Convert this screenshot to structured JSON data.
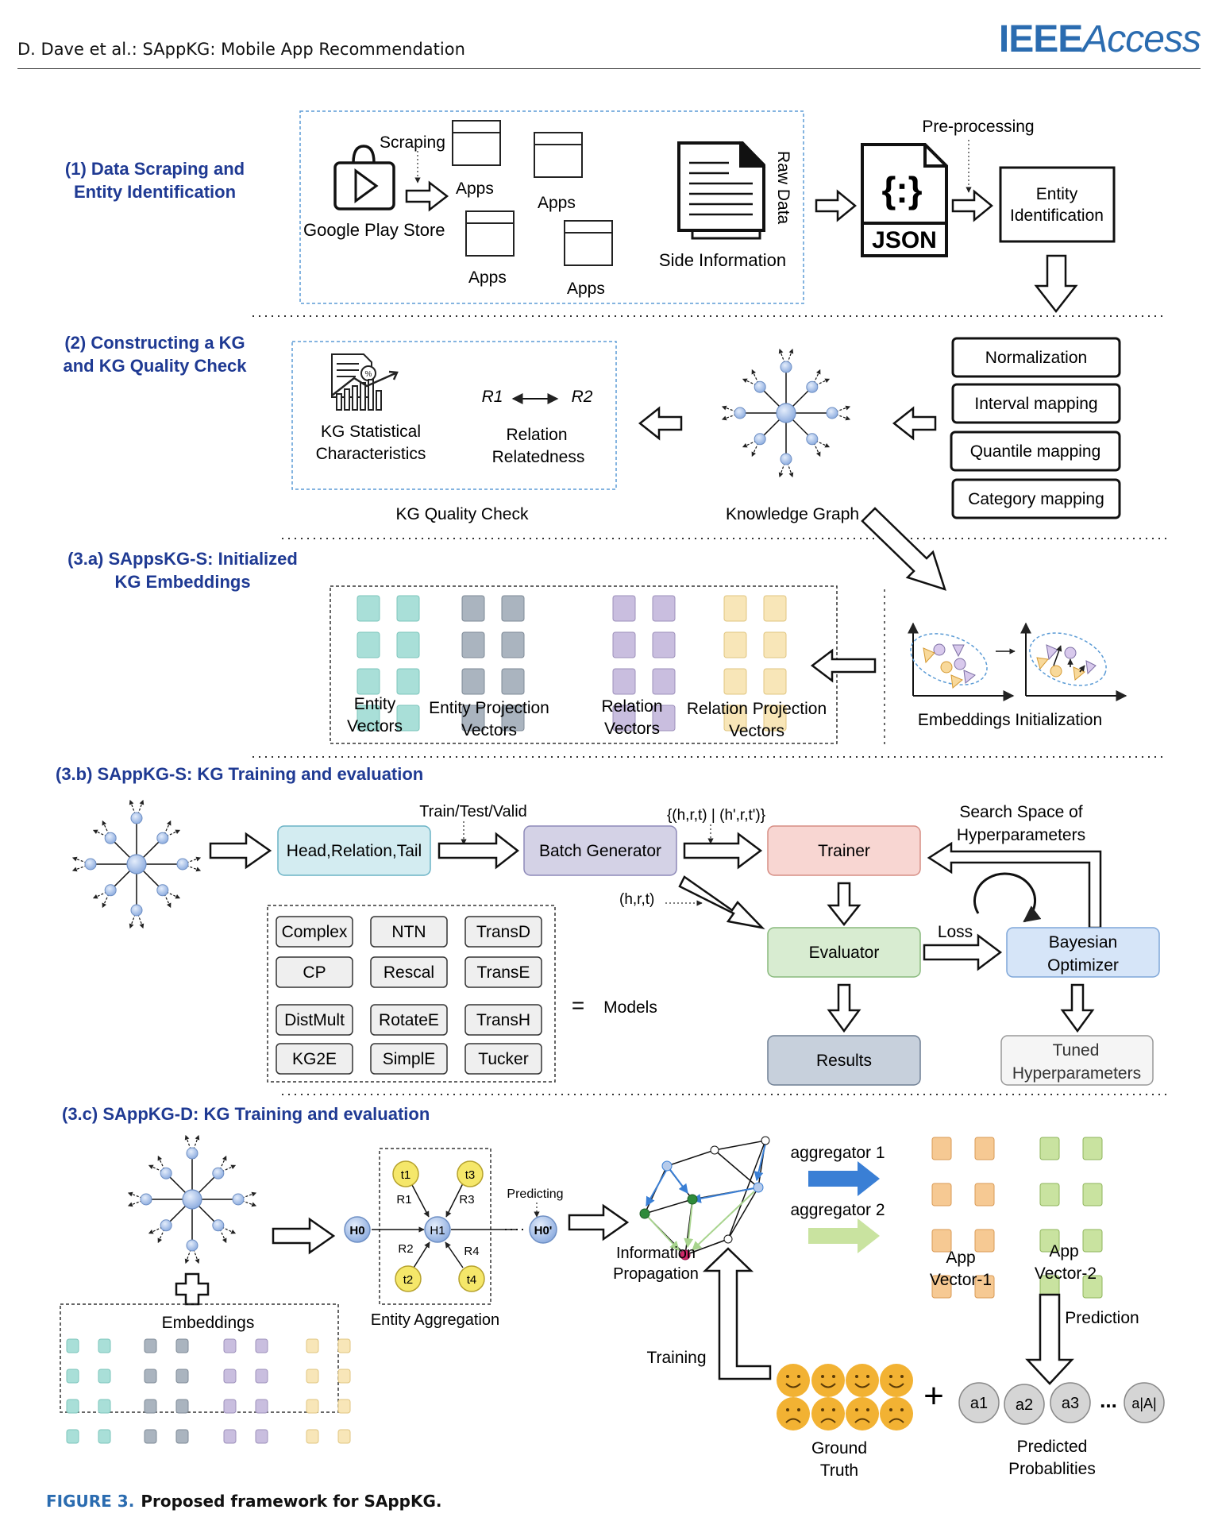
{
  "header": {
    "running_title": "D. Dave et al.: SAppKG: Mobile App Recommendation",
    "journal_bold": "IEEE",
    "journal_italic": "Access"
  },
  "caption": {
    "figure_label": "FIGURE 3.",
    "text": "Proposed framework for SAppKG."
  },
  "section1": {
    "title_line1": "(1) Data Scraping and",
    "title_line2": "Entity Identification",
    "scraping": "Scraping",
    "store": "Google Play Store",
    "apps": [
      "Apps",
      "Apps",
      "Apps",
      "Apps"
    ],
    "side_information": "Side Information",
    "raw_data": "Raw Data",
    "json": "JSON",
    "json_symbol": "{:}",
    "preprocessing": "Pre-processing",
    "entity_id_line1": "Entity",
    "entity_id_line2": "Identification"
  },
  "section2": {
    "title_line1": "(2) Constructing a KG",
    "title_line2": "and KG Quality Check",
    "stat_line1": "KG Statistical",
    "stat_line2": "Characteristics",
    "r1": "R1",
    "r2": "R2",
    "relation_line1": "Relation",
    "relation_line2": "Relatedness",
    "quality_check": "KG Quality Check",
    "knowledge_graph": "Knowledge Graph",
    "mappings": [
      "Normalization",
      "Interval mapping",
      "Quantile mapping",
      "Category mapping"
    ]
  },
  "section3a": {
    "title_line1": "(3.a) SAppsKG-S: Initialized",
    "title_line2": "KG Embeddings",
    "entity_line1": "Entity",
    "entity_line2": "Vectors",
    "eproj_line1": "Entity Projection",
    "eproj_line2": "Vectors",
    "rel_line1": "Relation",
    "rel_line2": "Vectors",
    "rproj_line1": "Relation Projection",
    "rproj_line2": "Vectors",
    "embeddings_init": "Embeddings Initialization"
  },
  "section3b": {
    "title": "(3.b)  SAppKG-S: KG Training and evaluation",
    "hrt": "Head,Relation,Tail",
    "split": "Train/Test/Valid",
    "batch": "Batch Generator",
    "triples": "{(h,r,t) | (h',r,t')}",
    "hrt_small": "(h,r,t)",
    "trainer": "Trainer",
    "search_line1": "Search Space of",
    "search_line2": "Hyperparameters",
    "evaluator": "Evaluator",
    "loss": "Loss",
    "bayes_line1": "Bayesian",
    "bayes_line2": "Optimizer",
    "results": "Results",
    "tuned_line1": "Tuned",
    "tuned_line2": "Hyperparameters",
    "equals": "=",
    "models_label": "Models",
    "models": [
      "Complex",
      "NTN",
      "TransD",
      "CP",
      "Rescal",
      "TransE",
      "DistMult",
      "RotateE",
      "TransH",
      "KG2E",
      "SimplE",
      "Tucker"
    ]
  },
  "section3c": {
    "title": "(3.c)  SAppKG-D: KG Training and evaluation",
    "embeddings": "Embeddings",
    "entity_aggregation": "Entity Aggregation",
    "h0": "H0",
    "h1": "H1",
    "h0p": "H0'",
    "tails": [
      "t1",
      "t3",
      "t2",
      "t4"
    ],
    "relations": [
      "R1",
      "R3",
      "R2",
      "R4"
    ],
    "predicting": "Predicting",
    "info_line1": "Information",
    "info_line2": "Propagation",
    "agg1": "aggregator 1",
    "agg2": "aggregator 2",
    "app1_line1": "App",
    "app1_line2": "Vector-1",
    "app2_line1": "App",
    "app2_line2": "Vector-2",
    "prediction": "Prediction",
    "training": "Training",
    "gt_line1": "Ground",
    "gt_line2": "Truth",
    "plus": "+",
    "probs": [
      "a1",
      "a2",
      "a3",
      "a|A|"
    ],
    "ellipsis": "...",
    "pp_line1": "Predicted",
    "pp_line2": "Probablities"
  },
  "colors": {
    "section_title": "#1f3a93",
    "teal": "#a9dfd8",
    "slate": "#aab4bf",
    "lavender": "#c9bedf",
    "cream": "#f8e6b8",
    "orange": "#f6c993",
    "green": "#c9e3a0",
    "trainer": "#f8d6d2",
    "evaluator": "#d8ecd1",
    "batch": "#d4d2e6",
    "hrt": "#d3ecf1",
    "bayes": "#d6e5f8",
    "results": "#c7d0dc",
    "node": "#b6cbeb",
    "arrow_blue": "#3a7fd5",
    "arrow_green": "#b8dca0",
    "face": "#f2b233",
    "node_yellow": "#f5e76a"
  }
}
